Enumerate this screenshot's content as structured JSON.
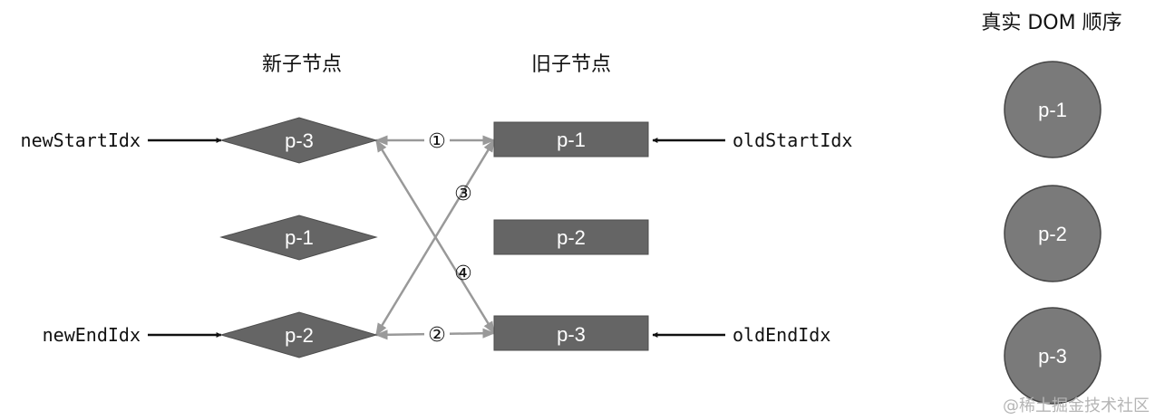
{
  "headings": {
    "new_children": "新子节点",
    "old_children": "旧子节点",
    "real_dom_order": "真实 DOM 顺序"
  },
  "pointers": {
    "new_start": "newStartIdx",
    "new_end": "newEndIdx",
    "old_start": "oldStartIdx",
    "old_end": "oldEndIdx"
  },
  "new_nodes": [
    "p-3",
    "p-1",
    "p-2"
  ],
  "old_nodes": [
    "p-1",
    "p-2",
    "p-3"
  ],
  "real_dom_nodes": [
    "p-1",
    "p-2",
    "p-3"
  ],
  "comparison_steps": [
    {
      "label": "①",
      "from": "p-3",
      "to": "p-1"
    },
    {
      "label": "②",
      "from": "p-2",
      "to": "p-3"
    },
    {
      "label": "③",
      "from": "p-2",
      "to": "p-1"
    },
    {
      "label": "④",
      "from": "p-3",
      "to": "p-3"
    }
  ],
  "colors": {
    "node_fill": "#656565",
    "real_node_fill": "#7a7a7a",
    "compare_arrow": "#999999",
    "pointer_arrow": "#111111"
  },
  "watermark": "@稀土掘金技术社区"
}
